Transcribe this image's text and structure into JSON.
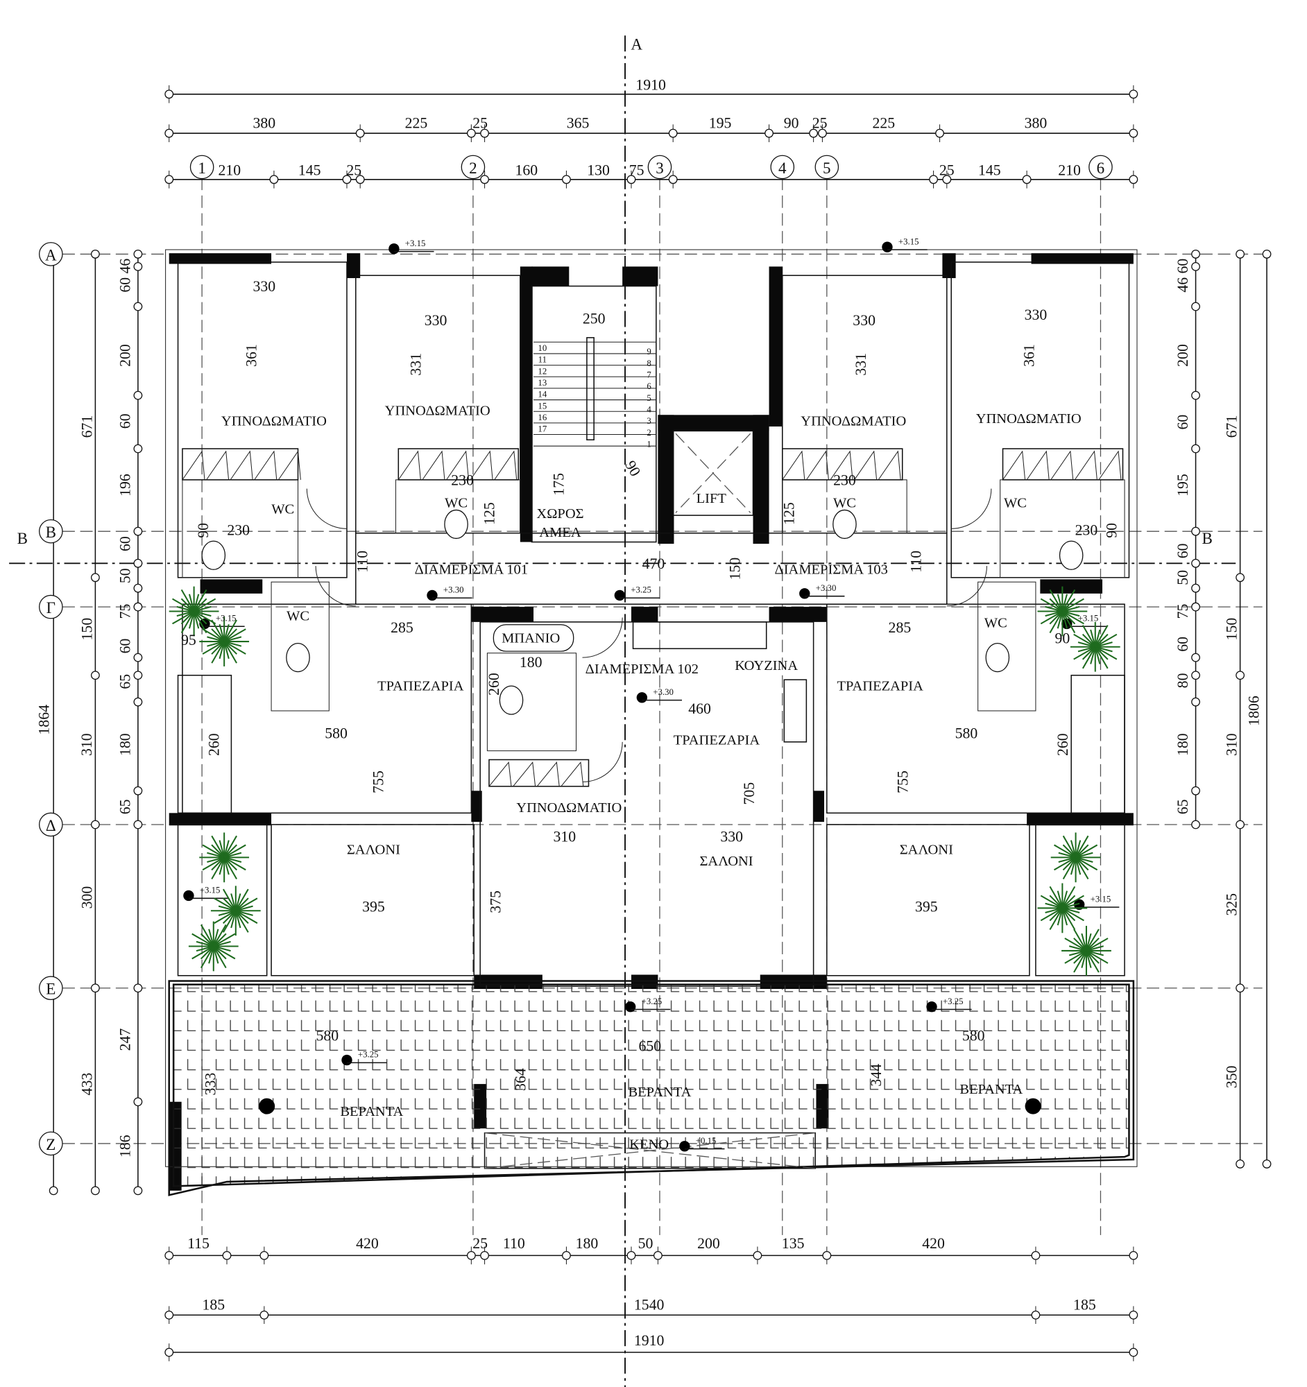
{
  "section_marks": {
    "top": "A",
    "left": "B",
    "right": "B"
  },
  "grid_axes": {
    "columns": [
      "1",
      "2",
      "3",
      "4",
      "5",
      "6"
    ],
    "rows": [
      "Α",
      "Β",
      "Γ",
      "Δ",
      "Ε",
      "Ζ"
    ]
  },
  "dimensions": {
    "top_overall": "1910",
    "top_row": [
      "380",
      "225",
      "25",
      "365",
      "195",
      "90",
      "25",
      "225",
      "380"
    ],
    "top_sub": [
      "210",
      "145",
      "25",
      "160",
      "130",
      "75",
      "25",
      "145",
      "210"
    ],
    "left_outer": [
      "1864"
    ],
    "left_mid": [
      "671",
      "150",
      "310",
      "300",
      "433"
    ],
    "left_inner": [
      "60 46",
      "200",
      "60",
      "196",
      "60",
      "50",
      "75",
      "60",
      "65",
      "180",
      "65",
      "247",
      "186"
    ],
    "right_inner": [
      "46 60",
      "200",
      "60",
      "195",
      "60",
      "50",
      "75",
      "60",
      "80",
      "180",
      "65"
    ],
    "right_mid": [
      "671",
      "150",
      "310",
      "325",
      "350"
    ],
    "right_outer": [
      "1806"
    ],
    "bottom_row": [
      "115",
      "420",
      "25",
      "110",
      "180",
      "50",
      "200",
      "135",
      "420"
    ],
    "bottom_sub": [
      "185",
      "1540",
      "185"
    ],
    "bottom_overall": "1910",
    "interior": [
      "330",
      "361",
      "330",
      "331",
      "250",
      "330",
      "331",
      "330",
      "361",
      "230",
      "125",
      "175",
      "90",
      "230",
      "125",
      "230",
      "90",
      "230",
      "90",
      "110",
      "470",
      "150",
      "110",
      "285",
      "285",
      "95",
      "90",
      "180",
      "260",
      "460",
      "580",
      "580",
      "260",
      "260",
      "755",
      "705",
      "755",
      "310",
      "330",
      "375",
      "395",
      "395",
      "580",
      "650",
      "580",
      "364",
      "344",
      "333"
    ]
  },
  "rooms": [
    {
      "label": "ΥΠΝΟΔΩΜΑΤΙΟ"
    },
    {
      "label": "ΥΠΝΟΔΩΜΑΤΙΟ"
    },
    {
      "label": "ΥΠΝΟΔΩΜΑΤΙΟ"
    },
    {
      "label": "ΥΠΝΟΔΩΜΑΤΙΟ"
    },
    {
      "label": "ΥΠΝΟΔΩΜΑΤΙΟ"
    },
    {
      "label": "WC"
    },
    {
      "label": "WC"
    },
    {
      "label": "WC"
    },
    {
      "label": "WC"
    },
    {
      "label": "WC"
    },
    {
      "label": "WC"
    },
    {
      "label": "ΧΩΡΟΣ"
    },
    {
      "label": "ΑΜΕΑ"
    },
    {
      "label": "LIFT"
    },
    {
      "label": "ΔΙΑΜΕΡΙΣΜΑ 101"
    },
    {
      "label": "ΔΙΑΜΕΡΙΣΜΑ 103"
    },
    {
      "label": "ΔΙΑΜΕΡΙΣΜΑ 102"
    },
    {
      "label": "ΜΠΑΝΙΟ"
    },
    {
      "label": "ΚΟΥΖΙΝΑ"
    },
    {
      "label": "ΤΡΑΠΕΖΑΡΙΑ"
    },
    {
      "label": "ΤΡΑΠΕΖΑΡΙΑ"
    },
    {
      "label": "ΤΡΑΠΕΖΑΡΙΑ"
    },
    {
      "label": "ΣΑΛΟΝΙ"
    },
    {
      "label": "ΣΑΛΟΝΙ"
    },
    {
      "label": "ΣΑΛΟΝΙ"
    },
    {
      "label": "ΒΕΡΑΝΤΑ"
    },
    {
      "label": "ΒΕΡΑΝΤΑ"
    },
    {
      "label": "ΒΕΡΑΝΤΑ"
    },
    {
      "label": "ΚΕΝΟ"
    }
  ],
  "elevations": [
    "+3.15",
    "+3.15",
    "+3.30",
    "+3.25",
    "+3.30",
    "+3.30",
    "+3.15",
    "+3.15",
    "+3.15",
    "+3.15",
    "+3.25",
    "+3.25",
    "+3.25",
    "+0.15"
  ],
  "stair_steps": [
    "1",
    "2",
    "3",
    "4",
    "5",
    "6",
    "7",
    "8",
    "9",
    "10",
    "11",
    "12",
    "13",
    "14",
    "15",
    "16",
    "17"
  ],
  "colors": {
    "line": "#111111",
    "wall": "#0a0a0a",
    "plant": "#1f6b1f",
    "background": "#ffffff"
  }
}
